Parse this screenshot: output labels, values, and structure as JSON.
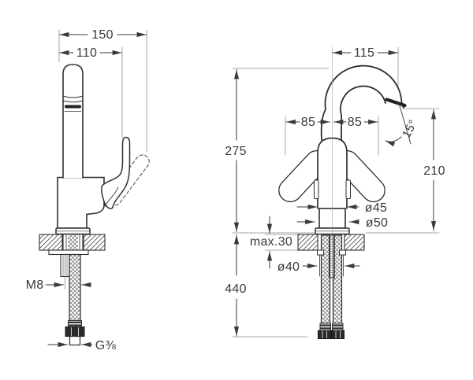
{
  "colors": {
    "ink": "#2f2f2f",
    "dim": "#3a3a3a",
    "background": "#ffffff"
  },
  "left_view": {
    "dim_overall_width": "150",
    "dim_handle_width": "110",
    "label_mount_thread": "M8",
    "label_hose_thread": "G⅜"
  },
  "right_view": {
    "dim_spout_reach": "115",
    "dim_handle_swing_left": "85",
    "dim_handle_swing_right": "85",
    "dim_total_height": "275",
    "dim_outlet_height": "210",
    "dim_hose_length": "440",
    "dim_outlet_angle": "15°",
    "dim_body_diameter": "ø45",
    "dim_base_diameter": "ø50",
    "dim_hole_diameter": "ø40",
    "dim_max_counter_thickness": "max.30"
  }
}
